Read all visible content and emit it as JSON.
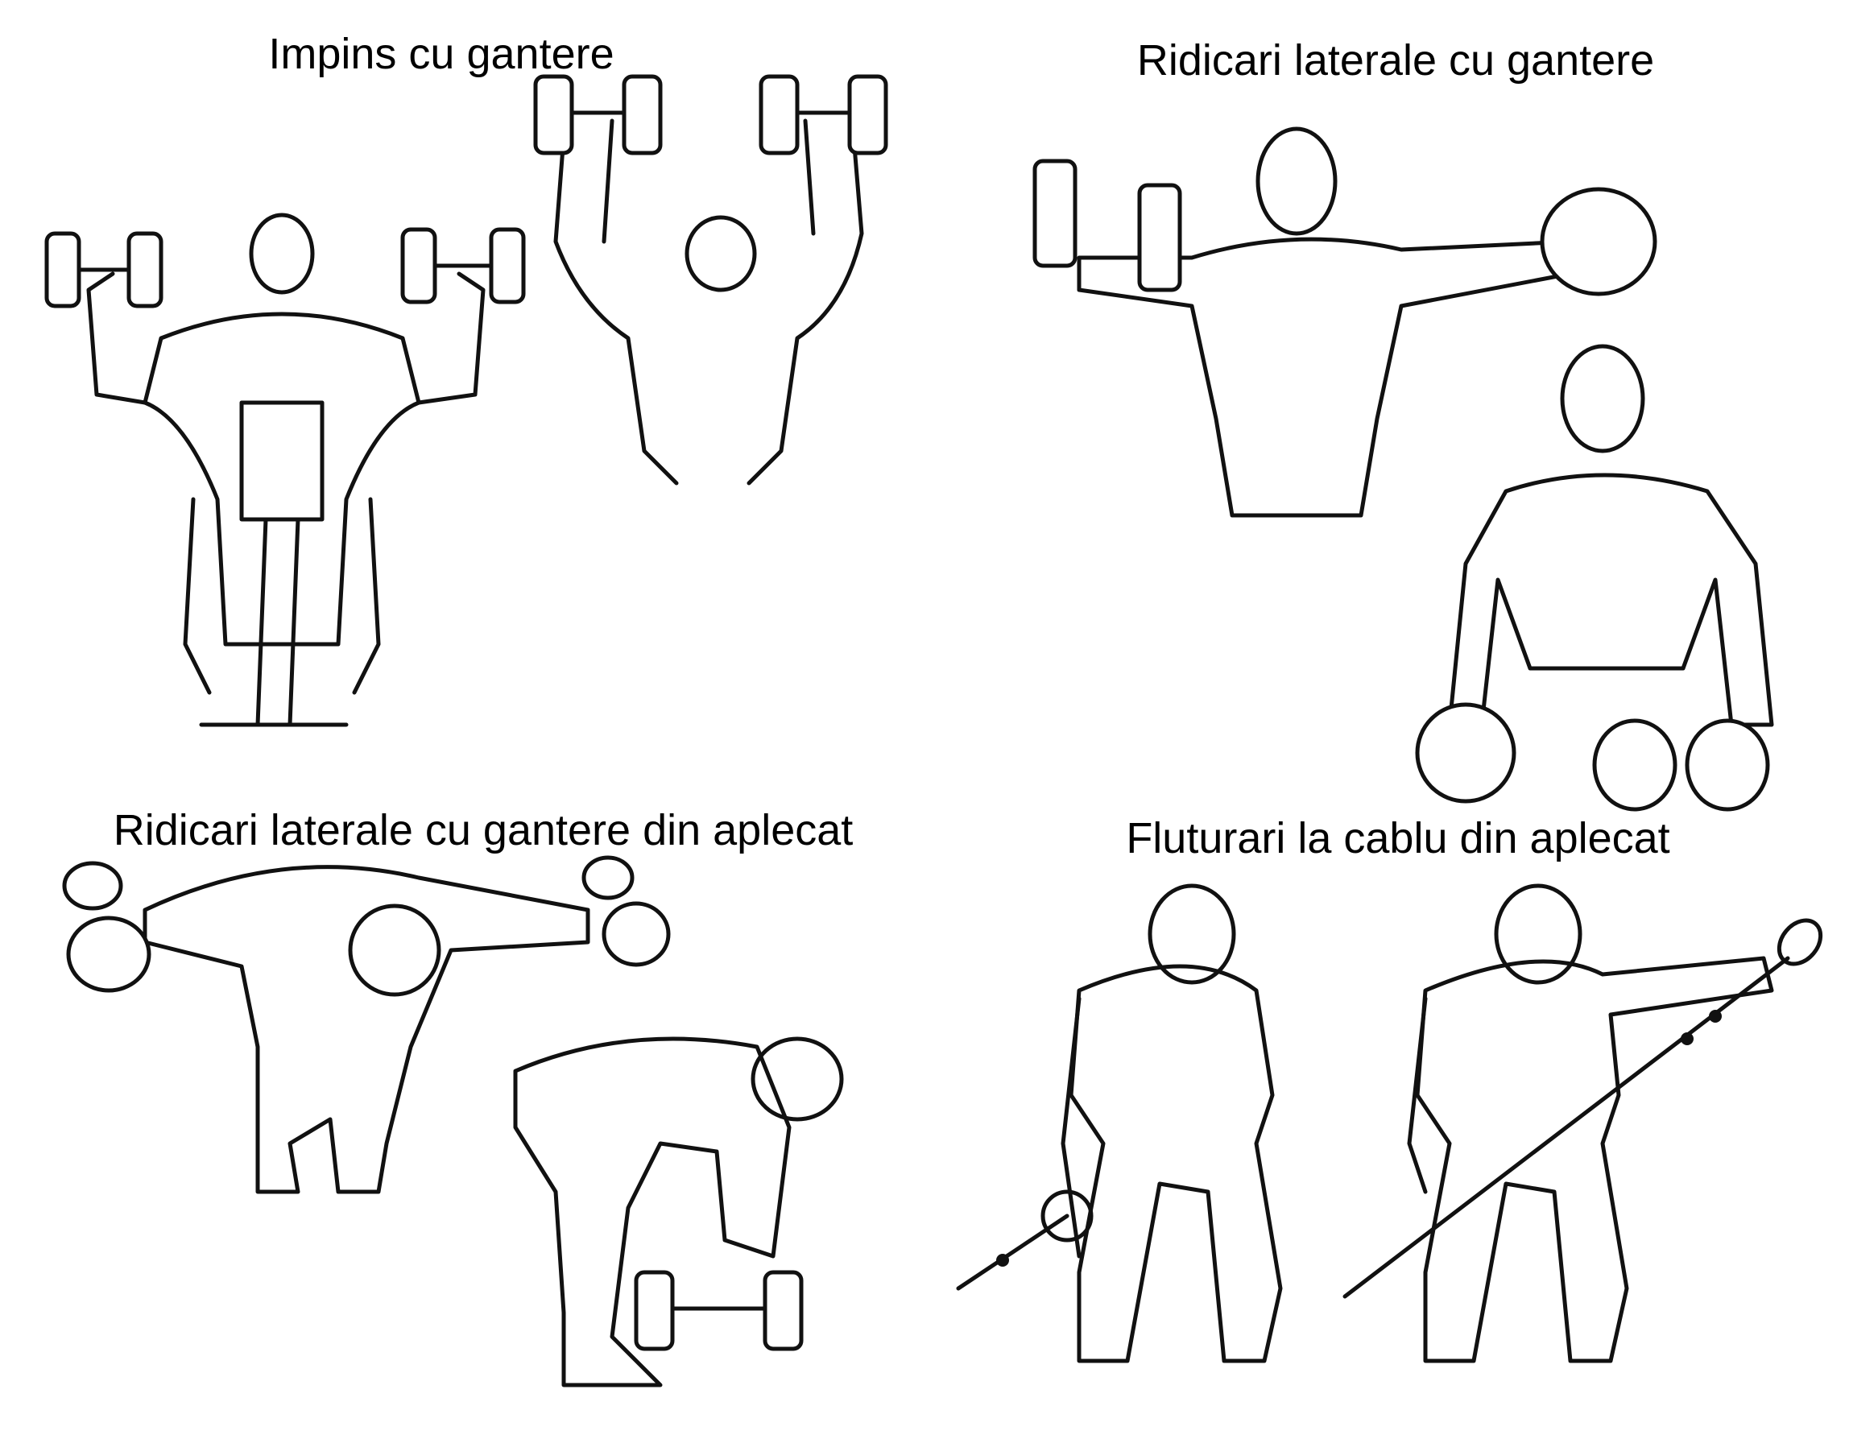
{
  "panels": [
    {
      "title": "Impins cu gantere"
    },
    {
      "title": "Ridicari laterale cu gantere"
    },
    {
      "title": "Ridicari laterale cu gantere din aplecat"
    },
    {
      "title": "Fluturari la cablu din aplecat"
    }
  ]
}
